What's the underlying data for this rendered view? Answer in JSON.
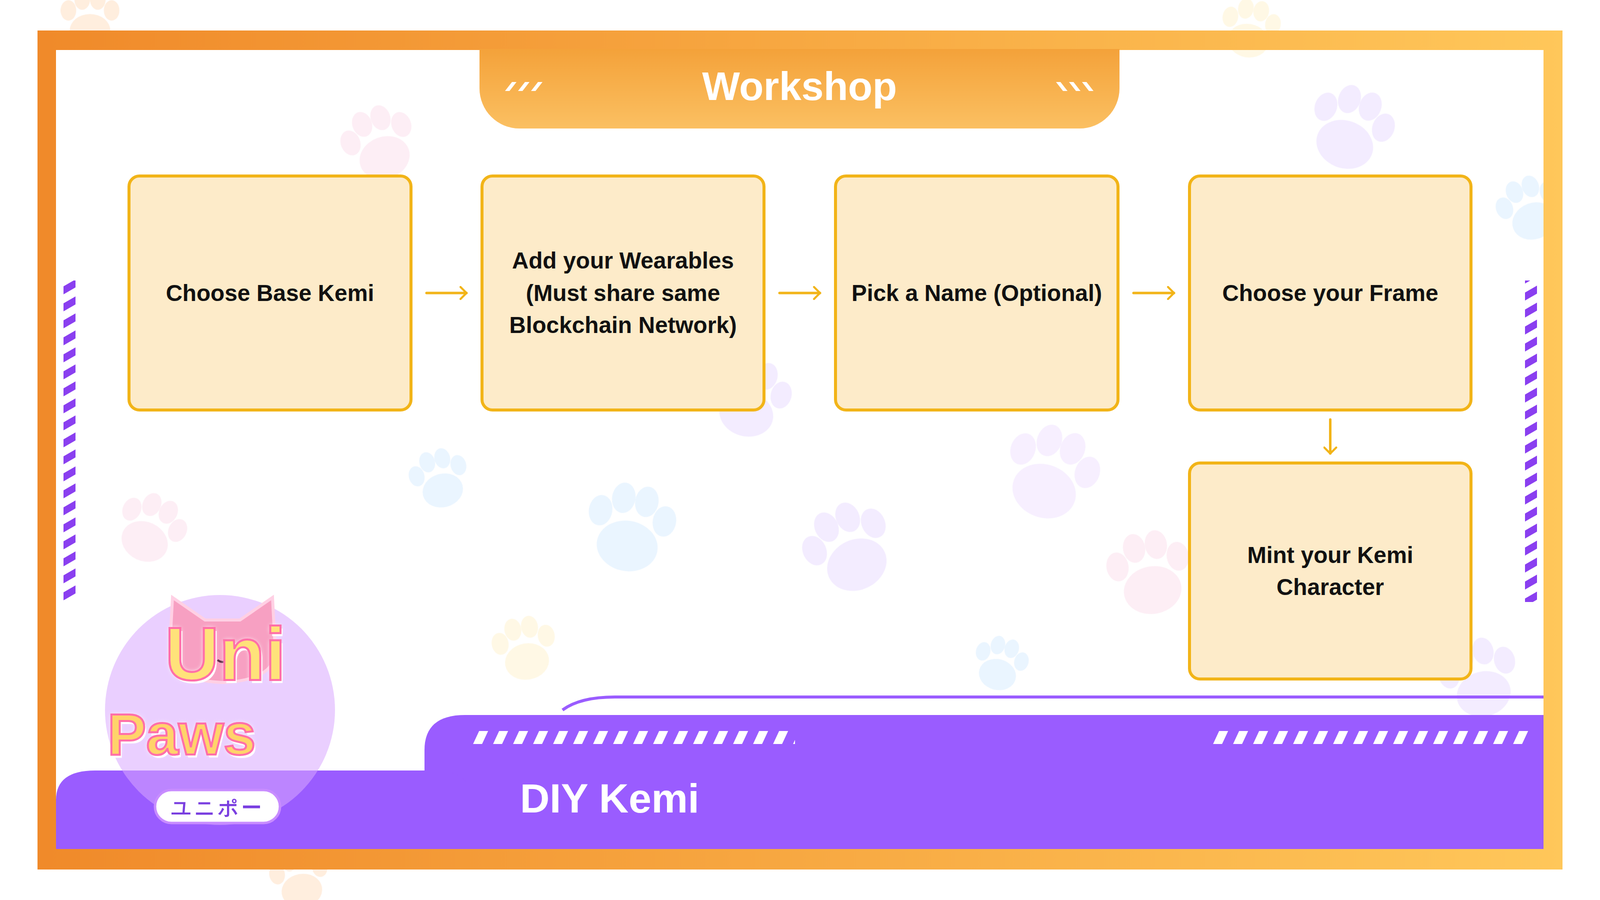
{
  "diagram": {
    "title": "Workshop",
    "caption": "DIY Kemi",
    "nodes": [
      {
        "text": [
          "Choose Base Kemi"
        ]
      },
      {
        "text": [
          "Add your Wearables (Must share same Blockchain Network)"
        ]
      },
      {
        "text": [
          "Pick a Name (Optional)"
        ]
      },
      {
        "text": [
          "Choose your Frame"
        ]
      },
      {
        "text": [
          "Mint your Kemi Character"
        ]
      }
    ],
    "edges": [
      {
        "from": 0,
        "to": 1,
        "arrow": "to"
      },
      {
        "from": 1,
        "to": 2,
        "arrow": "to"
      },
      {
        "from": 2,
        "to": 3,
        "arrow": "to"
      },
      {
        "from": 3,
        "to": 4,
        "arrow": "to"
      }
    ],
    "labels": [
      "Uni",
      "Paws",
      "ユニポー"
    ]
  }
}
